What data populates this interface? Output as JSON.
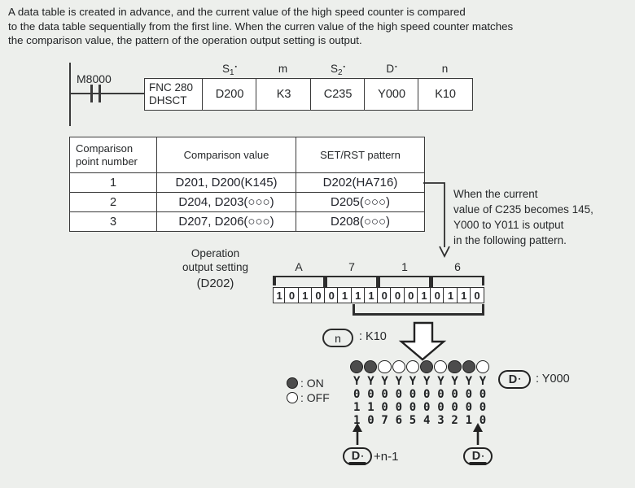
{
  "intro": "A data table is created in advance, and the current value of the high speed counter is compared\nto the data table sequentially from the first line.  When the curren value of the high speed counter matches\nthe comparison value, the pattern of the operation output setting is output.",
  "ladder": {
    "contact_label": "M8000",
    "operands": [
      {
        "main": "S",
        "sub": "1",
        "dot": "▪"
      },
      {
        "main": "m",
        "sub": "",
        "dot": ""
      },
      {
        "main": "S",
        "sub": "2",
        "dot": "▪"
      },
      {
        "main": "D",
        "sub": "",
        "dot": "▪"
      },
      {
        "main": "n",
        "sub": "",
        "dot": ""
      }
    ],
    "fnc_line1": "FNC 280",
    "fnc_line2": "DHSCT",
    "cells": [
      "D200",
      "K3",
      "C235",
      "Y000",
      "K10"
    ]
  },
  "table": {
    "headers": [
      "Comparison\npoint number",
      "Comparison value",
      "SET/RST pattern"
    ],
    "rows": [
      {
        "num": "1",
        "value": "D201, D200(K145)",
        "pattern": "D202(HA716)"
      },
      {
        "num": "2",
        "value": "D204, D203(○○○)",
        "pattern": "D205(○○○)"
      },
      {
        "num": "3",
        "value": "D207, D206(○○○)",
        "pattern": "D208(○○○)"
      }
    ]
  },
  "note": "When the current\nvalue of C235 becomes 145,\nY000 to Y011 is output\nin the following pattern.",
  "output_setting": {
    "label": "Operation\noutput setting",
    "register": "(D202)"
  },
  "bitbox": {
    "hex": [
      "A",
      "7",
      "1",
      "6"
    ],
    "bits": [
      "1",
      "0",
      "1",
      "0",
      "0",
      "1",
      "1",
      "1",
      "0",
      "0",
      "0",
      "1",
      "0",
      "1",
      "1",
      "0"
    ]
  },
  "n_spec": {
    "label": "n",
    "value": ": K10"
  },
  "pattern": {
    "leds": [
      "on",
      "on",
      "off",
      "off",
      "off",
      "on",
      "off",
      "on",
      "on",
      "off"
    ],
    "rows": [
      "YYYYYYYYYY",
      "0000000000",
      "1100000000",
      "1076543210"
    ],
    "legend": {
      "on": ": ON",
      "off": ": OFF"
    },
    "d_spec": {
      "label": "D",
      "dot": "▪",
      "value": ": Y000"
    },
    "pointers": {
      "left": {
        "label": "D",
        "dot": "▪",
        "suffix": "+n-1"
      },
      "right": {
        "label": "D",
        "dot": "▪"
      }
    }
  },
  "colors": {
    "line": "#3a3a3a",
    "led_on": "#4c4c4c",
    "background": "#edefec"
  }
}
